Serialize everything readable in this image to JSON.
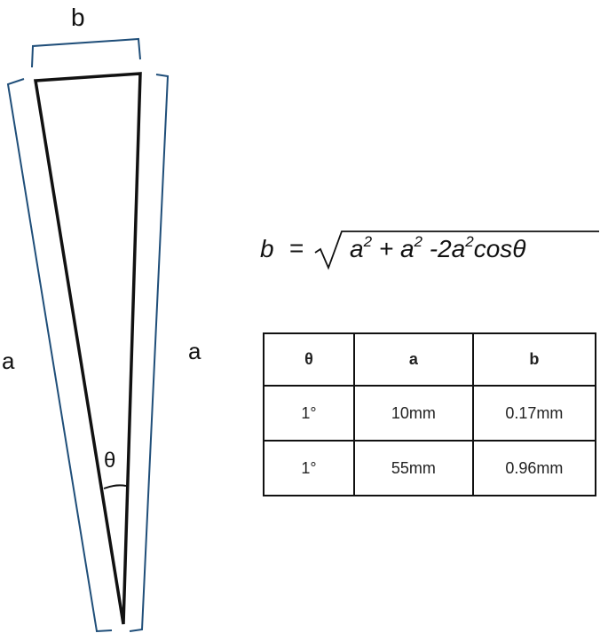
{
  "colors": {
    "outline": "#111111",
    "bracket": "#1f4e79",
    "background": "#ffffff"
  },
  "diagram": {
    "label_b": "b",
    "label_a_left": "a",
    "label_a_right": "a",
    "label_theta": "θ"
  },
  "formula": {
    "lhs": "b",
    "equals": "=",
    "term1": "a",
    "term2": "+ a",
    "term3": "-2a",
    "tail": "cosθ",
    "exponent": "2"
  },
  "table": {
    "headers": [
      "θ",
      "a",
      "b"
    ],
    "rows": [
      [
        "1°",
        "10mm",
        "0.17mm"
      ],
      [
        "1°",
        "55mm",
        "0.96mm"
      ]
    ]
  }
}
